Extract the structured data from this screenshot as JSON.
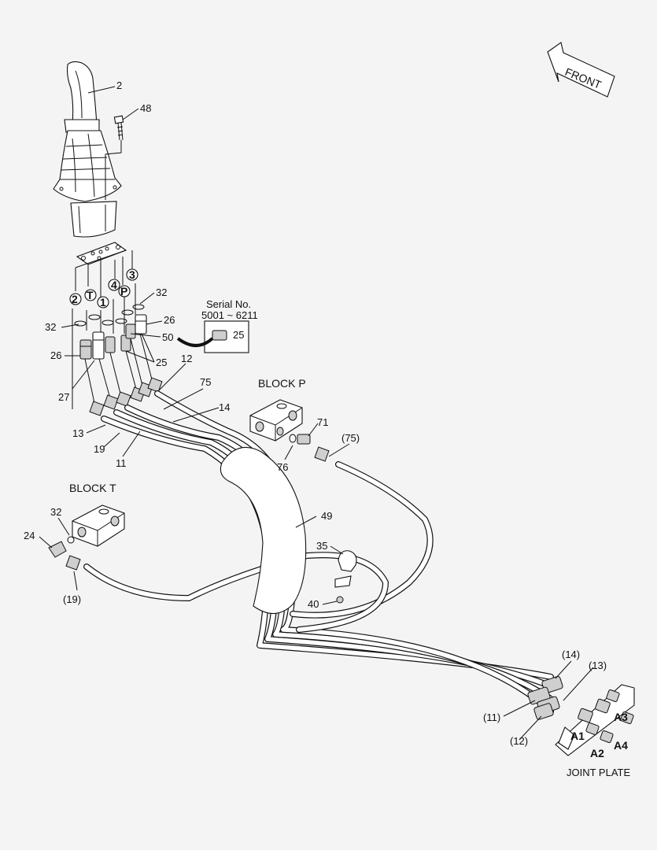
{
  "labels": {
    "front": "FRONT",
    "block_p": "BLOCK  P",
    "block_t": "BLOCK  T",
    "joint_plate": "JOINT PLATE",
    "serial_title": "Serial No.",
    "serial_range": "5001 ~ 6211",
    "serial_part": "25"
  },
  "callouts": {
    "c2": "2",
    "c48": "48",
    "c32a": "32",
    "c32b": "32",
    "c32c": "32",
    "c26a": "26",
    "c26b": "26",
    "c50": "50",
    "c25": "25",
    "c27": "27",
    "c12": "12",
    "c75": "75",
    "c14": "14",
    "c13": "13",
    "c19": "19",
    "c11": "11",
    "c71": "71",
    "c75p": "(75)",
    "c76": "76",
    "c24": "24",
    "c19p": "(19)",
    "c49": "49",
    "c35": "35",
    "c40": "40",
    "c14p": "(14)",
    "c13p": "(13)",
    "c11p": "(11)",
    "c12p": "(12)"
  },
  "port_markers": {
    "m2": "2",
    "mT": "T",
    "m1": "1",
    "m4": "4",
    "mP": "P",
    "m3": "3"
  },
  "ports": {
    "a1": "A1",
    "a2": "A2",
    "a3": "A3",
    "a4": "A4"
  }
}
